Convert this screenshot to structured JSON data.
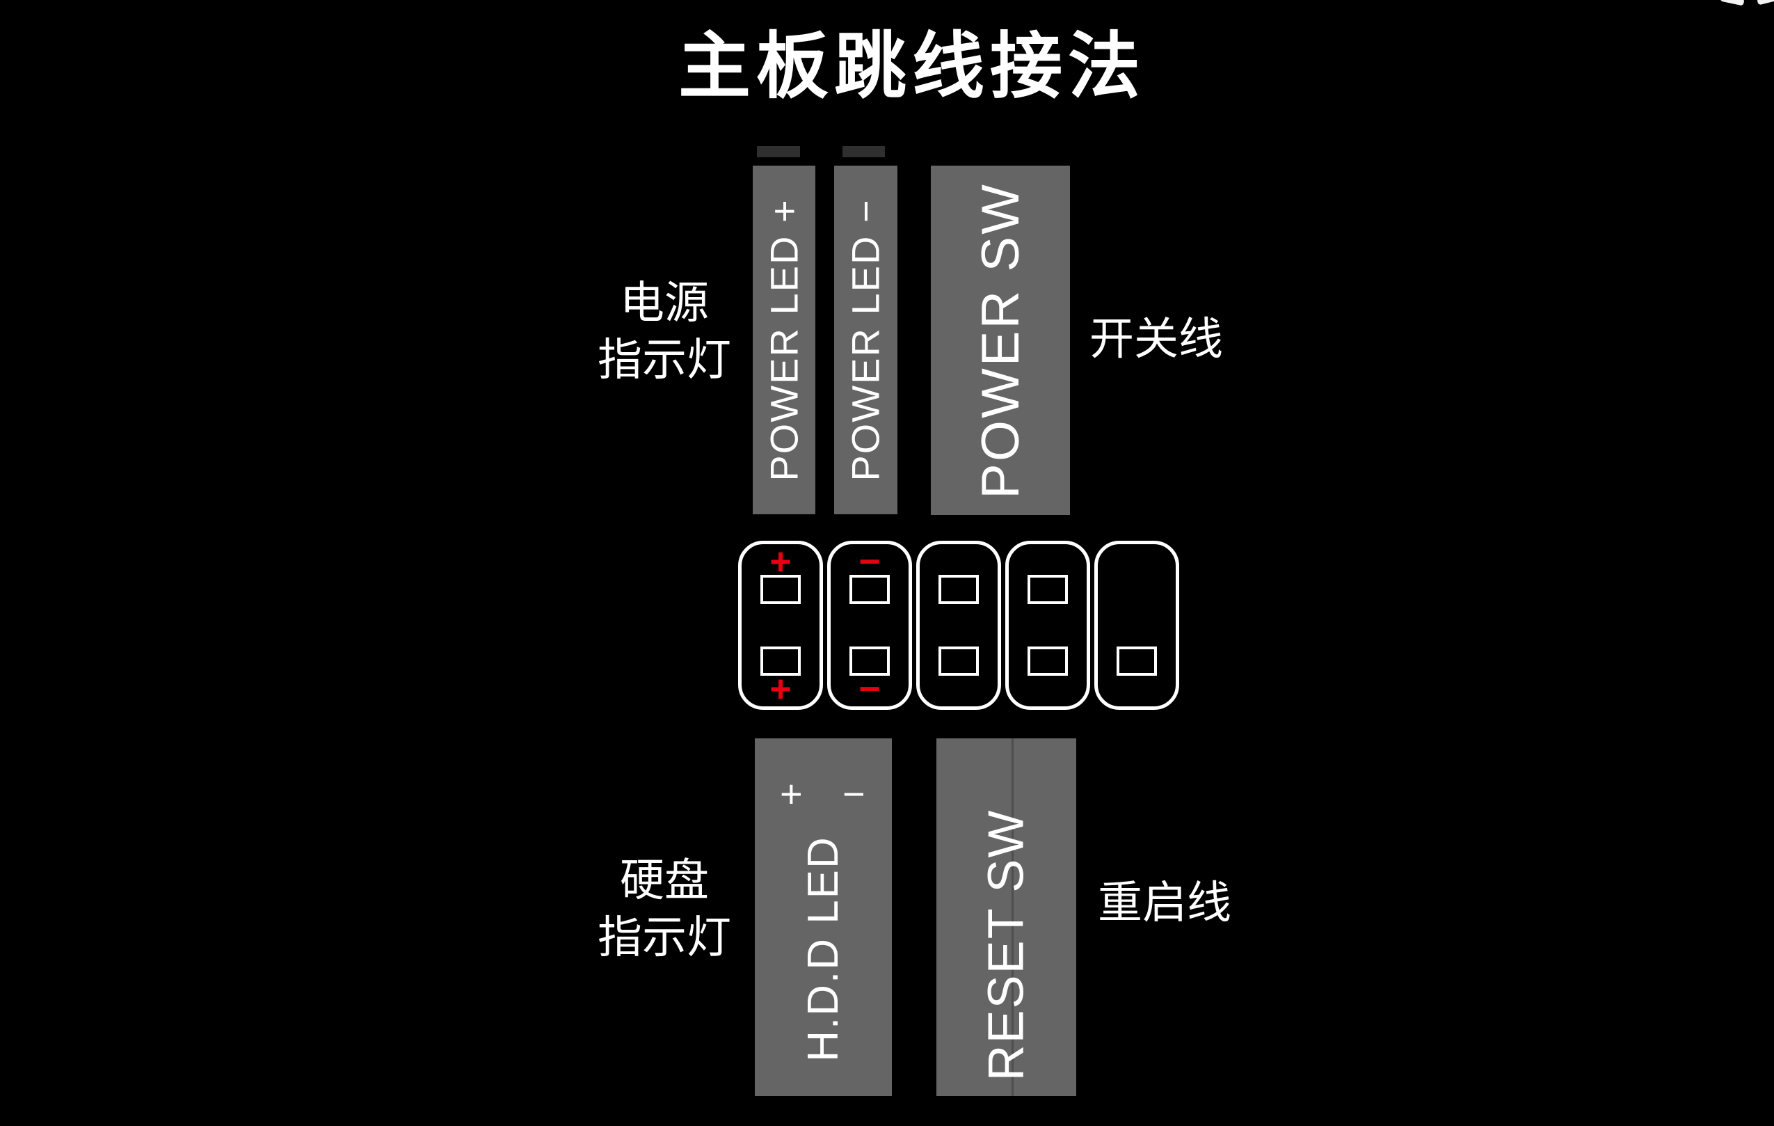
{
  "title": "主板跳线接法",
  "colors": {
    "background": "#000000",
    "cable_gray": "#656565",
    "pin_outline": "#ffffff",
    "polarity_red": "#e60012",
    "label_white": "#ffffff"
  },
  "top_section": {
    "left_label_line1": "电源",
    "left_label_line2": "指示灯",
    "right_label": "开关线",
    "cables": {
      "power_led_plus": "POWER LED +",
      "power_led_minus": "POWER LED −",
      "power_sw": "POWER SW"
    }
  },
  "pin_header": {
    "connectors": [
      {
        "top_mark": "+",
        "bottom_mark": "+"
      },
      {
        "top_mark": "−",
        "bottom_mark": "−"
      },
      {
        "top_mark": "",
        "bottom_mark": ""
      },
      {
        "top_mark": "",
        "bottom_mark": ""
      },
      {
        "top_mark": "",
        "bottom_mark": ""
      }
    ]
  },
  "bottom_section": {
    "left_label_line1": "硬盘",
    "left_label_line2": "指示灯",
    "right_label": "重启线",
    "cables": {
      "hdd_led": "H.D.D LED",
      "hdd_plus": "+",
      "hdd_minus": "−",
      "reset_sw": "RESET SW"
    }
  }
}
